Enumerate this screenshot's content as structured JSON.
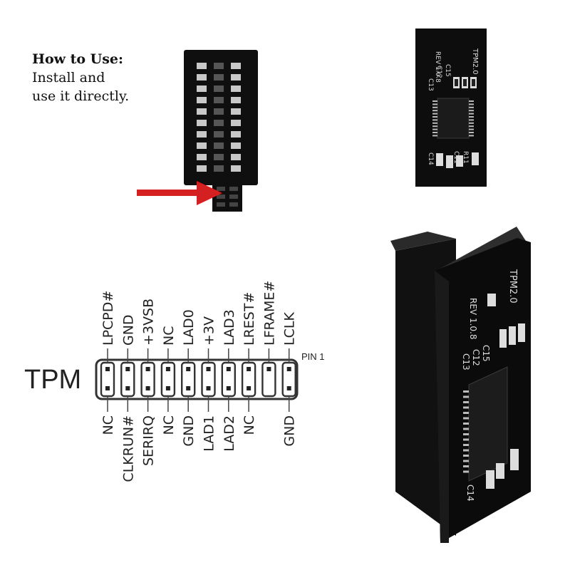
{
  "how_to": {
    "title": "How to Use:",
    "line1": "Install and",
    "line2": "use it directly."
  },
  "pinout": {
    "title": "TPM",
    "pin1_label": "PIN 1",
    "top_labels": [
      "LPCPD#",
      "GND",
      "+3VSB",
      "NC",
      "LAD0",
      "+3V",
      "LAD3",
      "LREST#",
      "LFRAME#",
      "LCLK"
    ],
    "bottom_labels": [
      "NC",
      "CLKRUN#",
      "SERIRQ",
      "NC",
      "GND",
      "LAD1",
      "LAD2",
      "NC",
      "",
      "GND"
    ]
  },
  "board": {
    "model": "TPM2.0",
    "rev": "REV 1.0.8",
    "components": [
      "C15",
      "C12",
      "C13",
      "C11",
      "R11",
      "C14"
    ]
  },
  "colors": {
    "board": "#0d0d0d",
    "arrow": "#d42020",
    "silkscreen": "#e0e0e0"
  }
}
